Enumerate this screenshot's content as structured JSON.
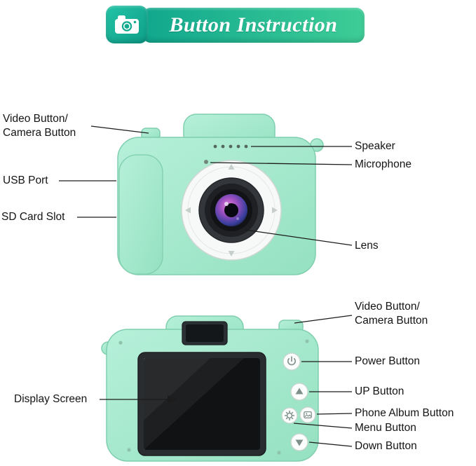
{
  "header": {
    "title": "Button Instruction"
  },
  "front_view": {
    "video_button_line1": "Video Button/",
    "video_button_line2": "Camera Button",
    "usb_port": "USB Port",
    "sd_card_slot": "SD Card Slot",
    "speaker": "Speaker",
    "microphone": "Microphone",
    "lens": "Lens"
  },
  "back_view": {
    "video_button_line1": "Video Button/",
    "video_button_line2": "Camera Button",
    "display_screen": "Display Screen",
    "power_button": "Power Button",
    "up_button": "UP Button",
    "phone_album_button": "Phone Album Button",
    "menu_button": "Menu Button",
    "down_button": "Down Button"
  },
  "icons": {
    "badge": "camera-icon",
    "power": "power-icon",
    "up": "up-arrow-icon",
    "down": "down-arrow-icon",
    "menu": "gear-icon",
    "album": "photo-album-icon"
  },
  "colors": {
    "header_teal": "#10a78d",
    "header_green": "#3ecd97",
    "camera_mint": "#a7e7cd",
    "camera_outline": "#7fcfae",
    "lens_glint_purple": "#9a4fc0",
    "label_text": "#141414"
  }
}
